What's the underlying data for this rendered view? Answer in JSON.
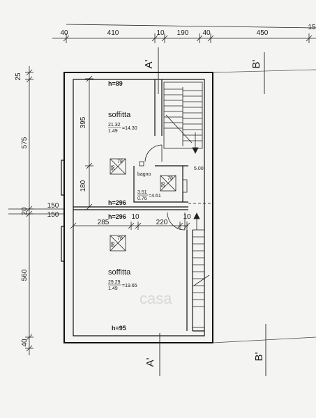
{
  "top_dimensions": [
    "40",
    "410",
    "10",
    "190",
    "40",
    "450",
    "15"
  ],
  "left_dimensions": [
    "25",
    "395",
    "575",
    "180",
    "20",
    "150",
    "150",
    "560",
    "40"
  ],
  "rooms": {
    "upper": {
      "label": "soffitta",
      "calc_top": "21.32",
      "calc_bottom": "1.49",
      "calc_result": "=14.30"
    },
    "lower": {
      "label": "soffitta",
      "calc_top": "29.29",
      "calc_bottom": "1.49",
      "calc_result": "=19.65"
    },
    "bathroom": {
      "label": "bagno",
      "calc_top": "3.51",
      "calc_bottom": "0.76",
      "calc_result": "=4.61"
    }
  },
  "heights": [
    "h=89",
    "h=296",
    "h=296",
    "h=95"
  ],
  "inner_dimensions": [
    "285",
    "10",
    "220",
    "10",
    "5.00"
  ],
  "skylight_labels": [
    "78",
    "98",
    "78",
    "98",
    "78",
    "98"
  ],
  "section_markers": [
    "A'",
    "B'",
    "A'",
    "B'"
  ],
  "watermark": "casa"
}
